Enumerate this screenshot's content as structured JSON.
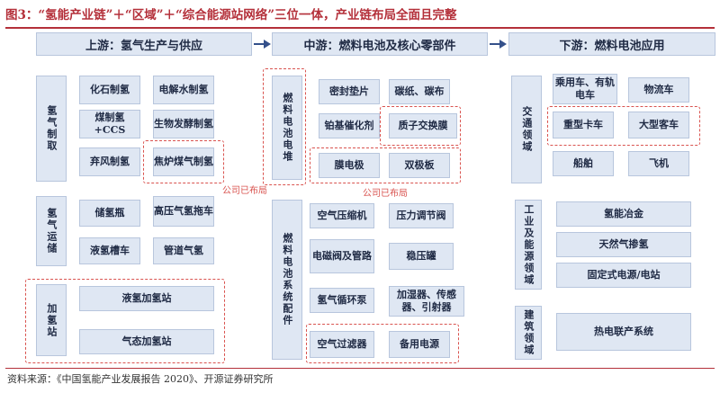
{
  "title": "图3：“氢能产业链”＋“区域”＋“综合能源站网络”三位一体，产业链布局全面且完整",
  "headers": {
    "upstream": "上游：氢气生产与供应",
    "midstream": "中游：燃料电池及核心零部件",
    "downstream": "下游：燃料电池应用"
  },
  "upstream": {
    "production": {
      "category": "氢气制取",
      "items": [
        "化石制氢",
        "电解水制氢",
        "煤制氢+CCS",
        "生物发酵制氢",
        "弃风制氢",
        "焦炉煤气制氢"
      ]
    },
    "storage": {
      "category": "氢气运储",
      "items": [
        "储氢瓶",
        "高压气氢拖车",
        "液氢槽车",
        "管道气氢"
      ]
    },
    "refueling": {
      "category": "加氢站",
      "items": [
        "液氢加氢站",
        "气态加氢站"
      ]
    }
  },
  "midstream": {
    "stack": {
      "category": "燃料电池电堆",
      "items": [
        "密封垫片",
        "碳纸、碳布",
        "铂基催化剂",
        "质子交换膜",
        "膜电极",
        "双极板"
      ]
    },
    "system": {
      "category": "燃料电池系统配件",
      "items": [
        "空气压缩机",
        "压力调节阀",
        "电磁阀及管路",
        "稳压罐",
        "氢气循环泵",
        "加湿器、传感器、引射器",
        "空气过滤器",
        "备用电源"
      ]
    }
  },
  "downstream": {
    "transport": {
      "category": "交通领域",
      "items": [
        "乘用车、有轨电车",
        "物流车",
        "重型卡车",
        "大型客车",
        "船舶",
        "飞机"
      ]
    },
    "industry": {
      "category": "工业及能源领域",
      "items": [
        "氢能冶金",
        "天然气掺氢",
        "固定式电源/电站"
      ]
    },
    "building": {
      "category": "建筑领域",
      "items": [
        "热电联产系统"
      ]
    }
  },
  "tags": {
    "company_laid_out_1": "公司已布局",
    "company_laid_out_2": "公司已布局"
  },
  "source": "资料来源：《中国氢能产业发展报告 2020》、开源证券研究所",
  "colors": {
    "box_fill": "#dfe7f3",
    "box_border": "#b8c6dd",
    "accent_red": "#d9534f",
    "title_red": "#b4303a",
    "arrow": "#34508a"
  }
}
